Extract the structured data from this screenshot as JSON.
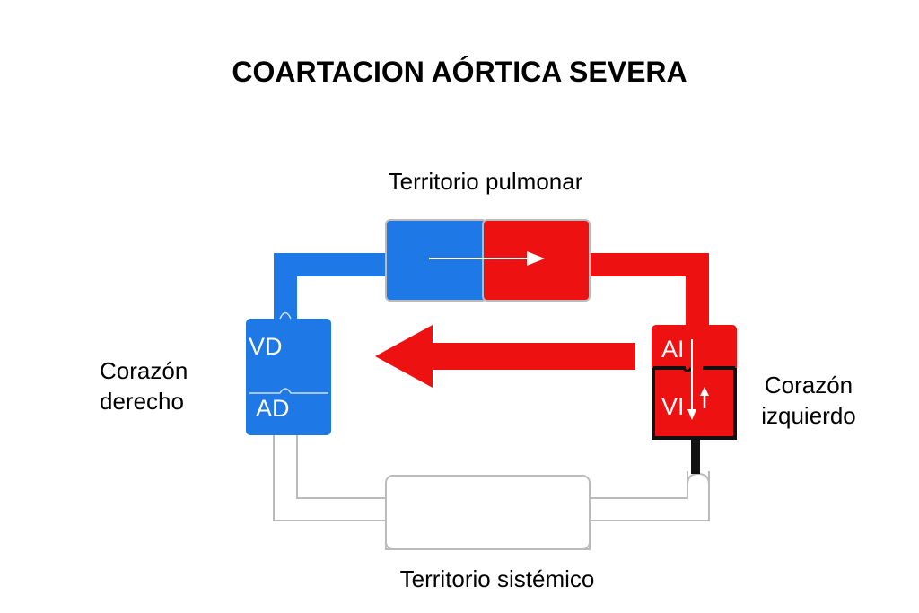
{
  "title": "COARTACION AÓRTICA SEVERA",
  "labels": {
    "pulmonary_territory": "Territorio pulmonar",
    "systemic_territory": "Territorio sistémico",
    "right_heart_line1": "Corazón",
    "right_heart_line2": "derecho",
    "left_heart_line1": "Corazón",
    "left_heart_line2": "izquierdo"
  },
  "chambers": {
    "right_ventricle": "VD",
    "right_atrium": "AD",
    "left_atrium": "AI",
    "left_ventricle": "VI"
  },
  "colors": {
    "venous_blue": "#1e78e6",
    "arterial_red": "#ee1111",
    "outline_gray": "#bbbbbb",
    "obstruction_black": "#111111"
  }
}
